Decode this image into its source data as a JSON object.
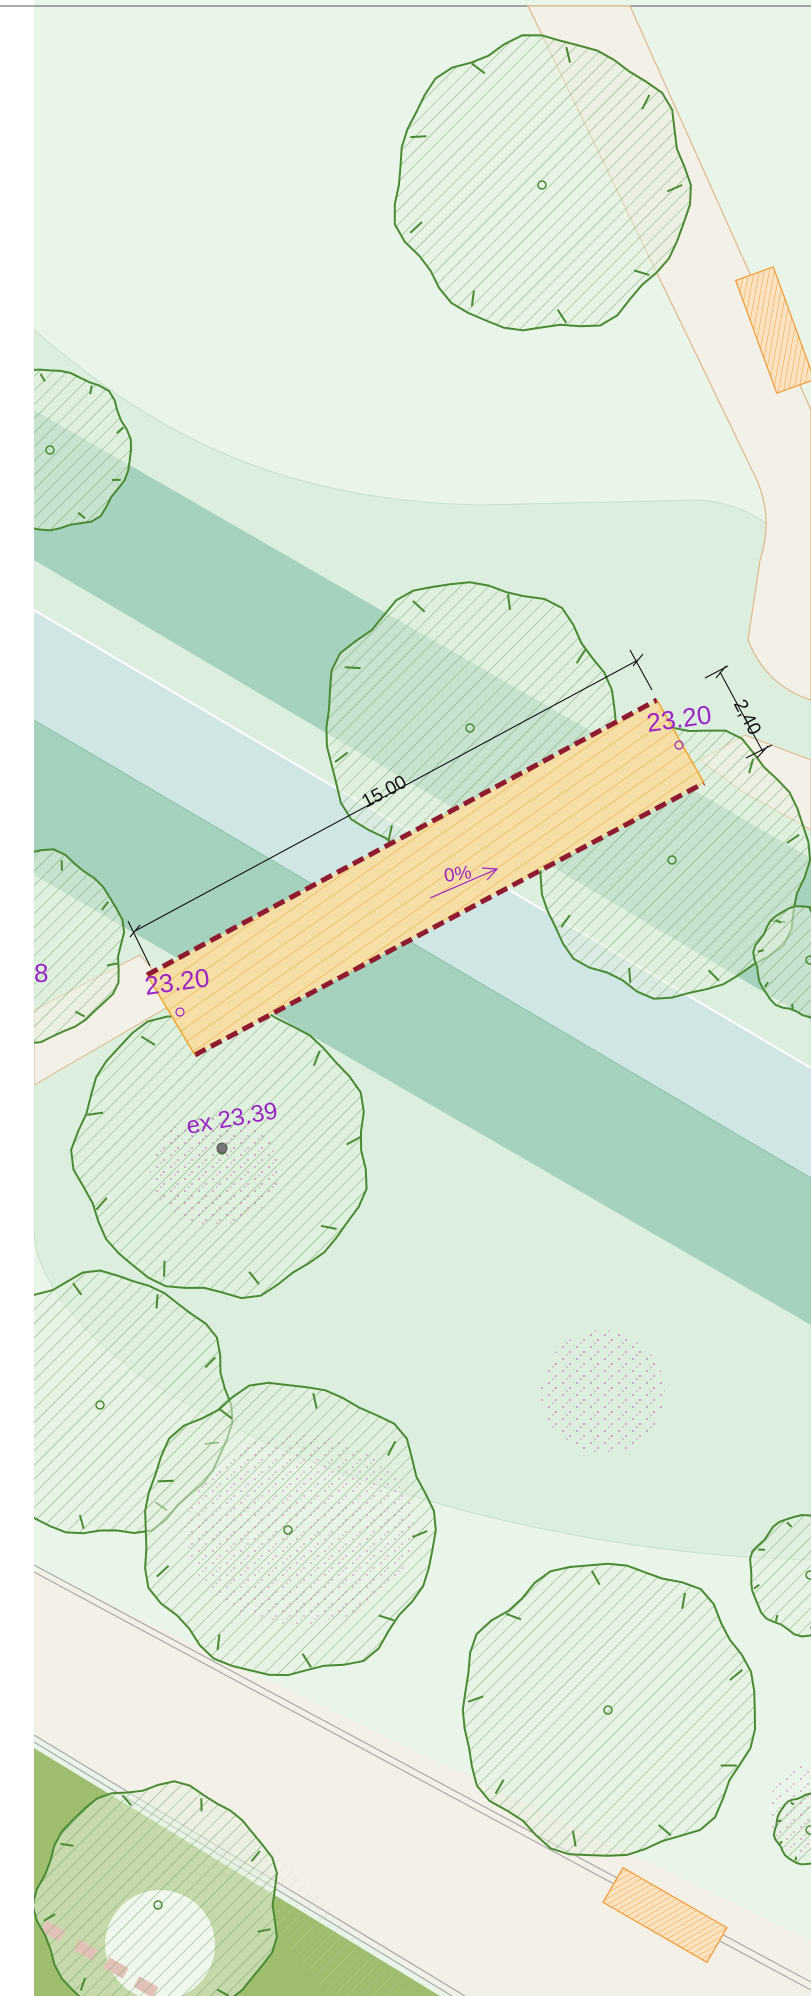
{
  "plan": {
    "dimensions": {
      "bridge_length": "15.00",
      "bridge_width": "2,40"
    },
    "levels": {
      "bridge_north": "23.20",
      "bridge_south": "23.20",
      "existing_spot": "ex 23.39"
    },
    "slope": "0%",
    "partial_label_left": "8"
  },
  "colors": {
    "lawn": "#eaf5ea",
    "planting": "#dcefdf",
    "bank": "#a4d2bd",
    "water": "#cfe6e4",
    "path": "#f3f0e8",
    "path_edge": "#e0b78a",
    "tree_outline": "#4b8a34",
    "tree_hatch": "#5e9a55",
    "bridge_fill": "#f6dfa6",
    "bridge_hatch": "#f0a830",
    "bridge_edge": "#8e1b30",
    "level_text": "#9b25c4",
    "grass": "#9fbd6e",
    "bench": "#f0a040",
    "red_marks": "#e08a8a",
    "seed_dots": "#c76fb2"
  }
}
